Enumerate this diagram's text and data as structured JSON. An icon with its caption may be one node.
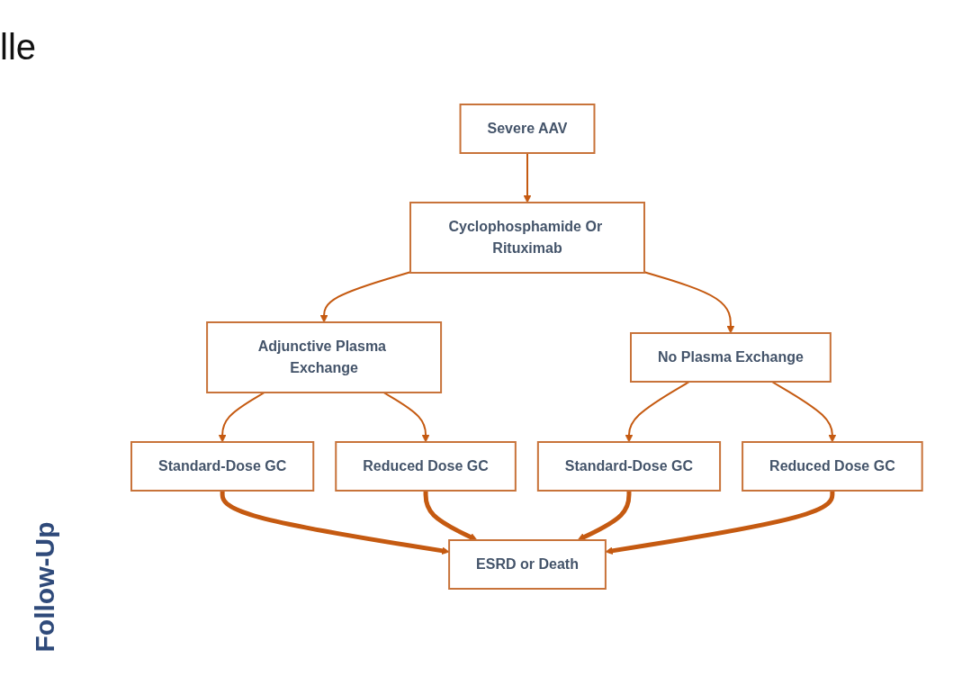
{
  "diagram": {
    "nodes": [
      {
        "text": [
          "Severe AAV"
        ]
      },
      {
        "text": [
          "Cyclophosphamide Or Rituximab"
        ]
      },
      {
        "text": [
          "Adjunctive Plasma Exchange"
        ]
      },
      {
        "text": [
          "No Plasma Exchange"
        ]
      },
      {
        "text": [
          "Standard-Dose GC"
        ]
      },
      {
        "text": [
          "Reduced Dose GC"
        ]
      },
      {
        "text": [
          "Standard-Dose GC"
        ]
      },
      {
        "text": [
          "Reduced Dose GC"
        ]
      },
      {
        "text": [
          "ESRD or Death"
        ]
      }
    ],
    "edges": [
      {
        "from": 0,
        "to": 1,
        "arrow": "to"
      },
      {
        "from": 1,
        "to": 2,
        "arrow": "to"
      },
      {
        "from": 1,
        "to": 3,
        "arrow": "to"
      },
      {
        "from": 2,
        "to": 4,
        "arrow": "to"
      },
      {
        "from": 2,
        "to": 5,
        "arrow": "to"
      },
      {
        "from": 3,
        "to": 6,
        "arrow": "to"
      },
      {
        "from": 3,
        "to": 7,
        "arrow": "to"
      },
      {
        "from": 4,
        "to": 8,
        "arrow": "to",
        "style": "thick"
      },
      {
        "from": 5,
        "to": 8,
        "arrow": "to",
        "style": "thick"
      },
      {
        "from": 6,
        "to": 8,
        "arrow": "to",
        "style": "thick"
      },
      {
        "from": 7,
        "to": 8,
        "arrow": "to",
        "style": "thick"
      }
    ],
    "labels": [
      "lle",
      "Follow-Up"
    ]
  }
}
